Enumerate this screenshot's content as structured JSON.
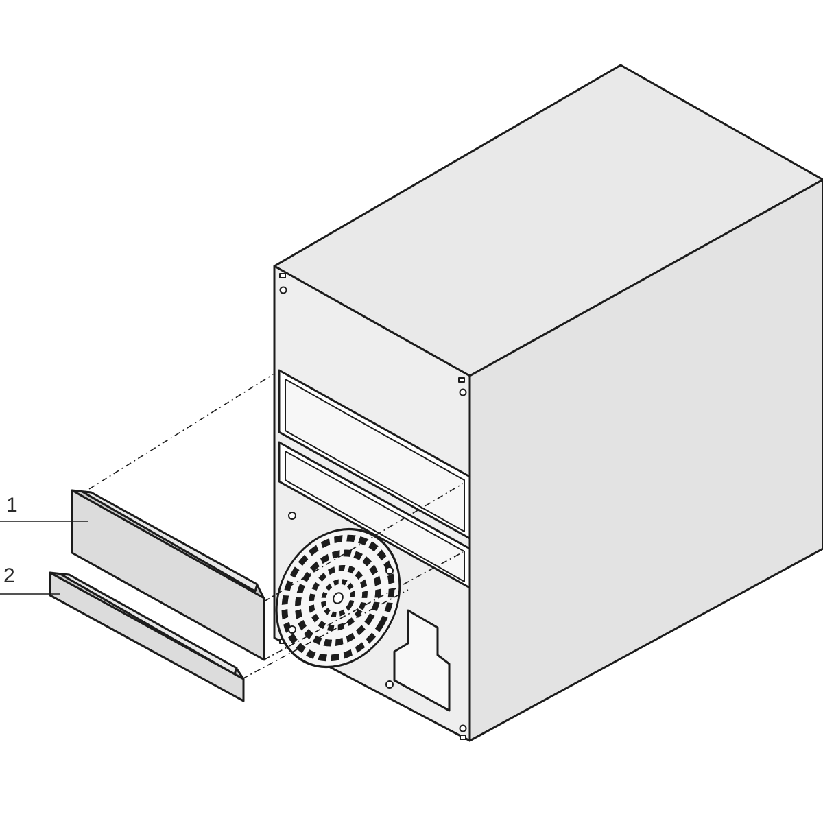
{
  "figure": {
    "callouts": [
      {
        "label": "1",
        "part": "wide-blanking-plate"
      },
      {
        "label": "2",
        "part": "narrow-blanking-plate"
      }
    ],
    "colors": {
      "housing_front": "#eeeeee",
      "housing_side": "#e3e3e3",
      "housing_top": "#e9e9e9",
      "plate_face": "#dcdcdc",
      "outline": "#1c1c1c"
    }
  }
}
